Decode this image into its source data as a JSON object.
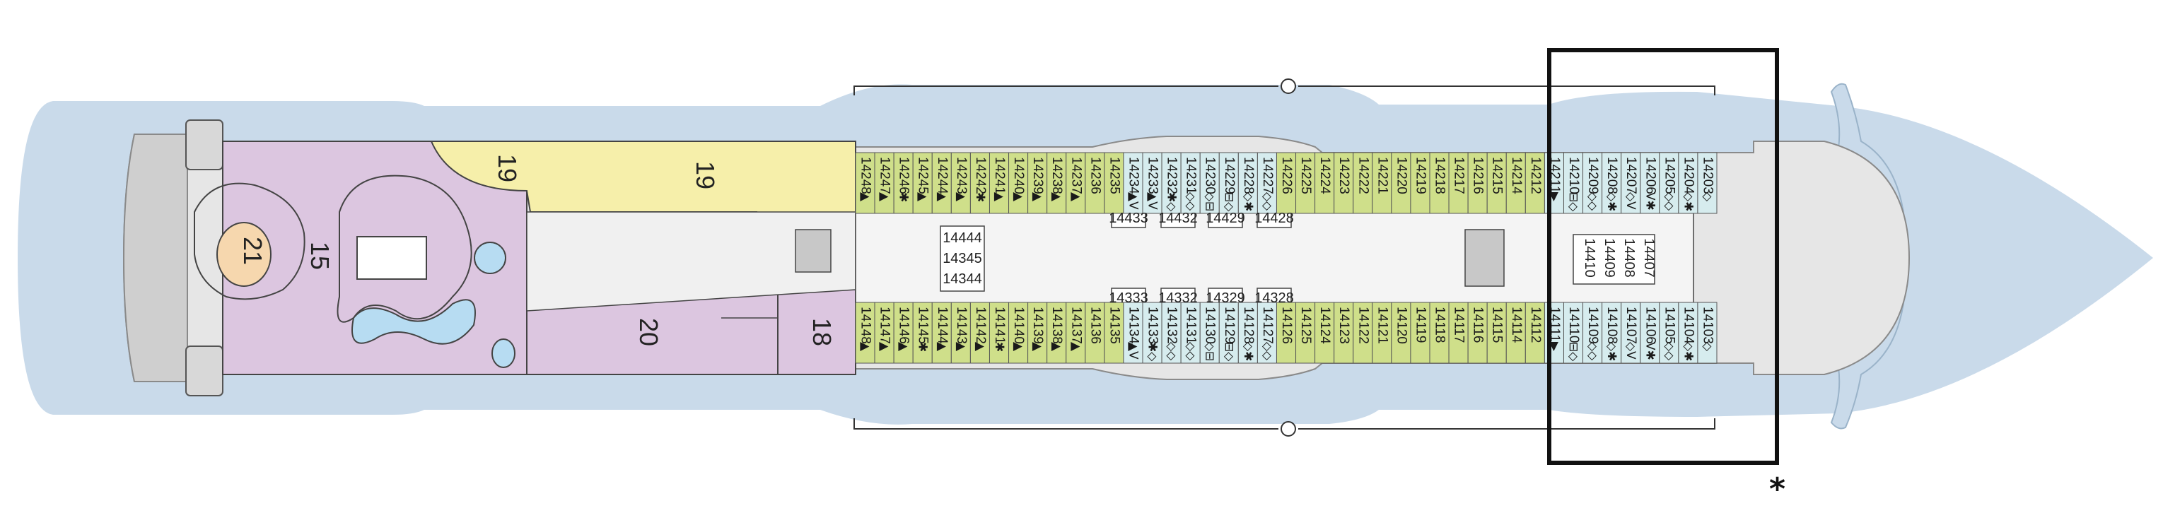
{
  "colors": {
    "water": "#c9daea",
    "hull": "#e6e6e6",
    "hull_stroke": "#8a8a8a",
    "purple": "#dcc6e0",
    "yellow": "#f6efaa",
    "peach": "#f6d7ae",
    "green": "#cfdf8a",
    "teal": "#d6ecee",
    "grey_block": "#c8c8c8",
    "outline": "#444444",
    "frame": "#111111"
  },
  "zones": {
    "z19a": "19",
    "z19b": "19",
    "z21": "21",
    "z15": "15",
    "z20": "20",
    "z18": "18"
  },
  "center_labels": {
    "a": "14444",
    "b": "14345",
    "c": "14344",
    "d": "14433",
    "e": "14432",
    "f": "14429",
    "g": "14428",
    "h": "14333",
    "i": "14332",
    "j": "14329",
    "k": "14328",
    "l": "14410",
    "m": "14409",
    "n": "14408",
    "o": "14407"
  },
  "top_cabins": [
    {
      "num": "14248",
      "sym": "▲",
      "color": "green"
    },
    {
      "num": "14247",
      "sym": "▲",
      "color": "green"
    },
    {
      "num": "14246",
      "sym": "✱",
      "color": "green"
    },
    {
      "num": "14245",
      "sym": "▲",
      "color": "green"
    },
    {
      "num": "14244",
      "sym": "▲",
      "color": "green"
    },
    {
      "num": "14243",
      "sym": "▲",
      "color": "green"
    },
    {
      "num": "14242",
      "sym": "✱",
      "color": "green"
    },
    {
      "num": "14241",
      "sym": "▲",
      "color": "green"
    },
    {
      "num": "14240",
      "sym": "▲",
      "color": "green"
    },
    {
      "num": "14239",
      "sym": "▲",
      "color": "green"
    },
    {
      "num": "14238",
      "sym": "▲",
      "color": "green"
    },
    {
      "num": "14237",
      "sym": "▲",
      "color": "green"
    },
    {
      "num": "14236",
      "sym": "",
      "color": "green"
    },
    {
      "num": "14235",
      "sym": "",
      "color": "green"
    },
    {
      "num": "14234",
      "sym": "▲V",
      "color": "teal"
    },
    {
      "num": "14233",
      "sym": "▲V",
      "color": "teal"
    },
    {
      "num": "14232",
      "sym": "✱◇",
      "color": "teal"
    },
    {
      "num": "14231",
      "sym": "◇◇",
      "color": "teal"
    },
    {
      "num": "14230",
      "sym": "◇⊟",
      "color": "teal"
    },
    {
      "num": "14229",
      "sym": "⊟◇",
      "color": "teal"
    },
    {
      "num": "14228",
      "sym": "◇✱",
      "color": "teal"
    },
    {
      "num": "14227",
      "sym": "◇◇",
      "color": "teal"
    },
    {
      "num": "14226",
      "sym": "",
      "color": "green"
    },
    {
      "num": "14225",
      "sym": "",
      "color": "green"
    },
    {
      "num": "14224",
      "sym": "",
      "color": "green"
    },
    {
      "num": "14223",
      "sym": "",
      "color": "green"
    },
    {
      "num": "14222",
      "sym": "",
      "color": "green"
    },
    {
      "num": "14221",
      "sym": "",
      "color": "green"
    },
    {
      "num": "14220",
      "sym": "",
      "color": "green"
    },
    {
      "num": "14219",
      "sym": "",
      "color": "green"
    },
    {
      "num": "14218",
      "sym": "",
      "color": "green"
    },
    {
      "num": "14217",
      "sym": "",
      "color": "green"
    },
    {
      "num": "14216",
      "sym": "",
      "color": "green"
    },
    {
      "num": "14215",
      "sym": "",
      "color": "green"
    },
    {
      "num": "14214",
      "sym": "",
      "color": "green"
    },
    {
      "num": "14212",
      "sym": "",
      "color": "green"
    },
    {
      "num": "14211",
      "sym": "▶",
      "color": "teal"
    },
    {
      "num": "14210",
      "sym": "⊟◇",
      "color": "teal"
    },
    {
      "num": "14209",
      "sym": "◇◇",
      "color": "teal"
    },
    {
      "num": "14208",
      "sym": "◇✱",
      "color": "teal"
    },
    {
      "num": "14207",
      "sym": "◇V",
      "color": "teal"
    },
    {
      "num": "14206",
      "sym": "V✱",
      "color": "teal"
    },
    {
      "num": "14205",
      "sym": "◇◇",
      "color": "teal"
    },
    {
      "num": "14204",
      "sym": "◇✱",
      "color": "teal"
    },
    {
      "num": "14203",
      "sym": "◇",
      "color": "teal"
    }
  ],
  "bottom_cabins": [
    {
      "num": "14148",
      "sym": "▲",
      "color": "green"
    },
    {
      "num": "14147",
      "sym": "▲",
      "color": "green"
    },
    {
      "num": "14146",
      "sym": "▲",
      "color": "green"
    },
    {
      "num": "14145",
      "sym": "✱",
      "color": "green"
    },
    {
      "num": "14144",
      "sym": "▲",
      "color": "green"
    },
    {
      "num": "14143",
      "sym": "▲",
      "color": "green"
    },
    {
      "num": "14142",
      "sym": "▲",
      "color": "green"
    },
    {
      "num": "14141",
      "sym": "✱",
      "color": "green"
    },
    {
      "num": "14140",
      "sym": "▲",
      "color": "green"
    },
    {
      "num": "14139",
      "sym": "▲",
      "color": "green"
    },
    {
      "num": "14138",
      "sym": "▲",
      "color": "green"
    },
    {
      "num": "14137",
      "sym": "▲",
      "color": "green"
    },
    {
      "num": "14136",
      "sym": "",
      "color": "green"
    },
    {
      "num": "14135",
      "sym": "",
      "color": "green"
    },
    {
      "num": "14134",
      "sym": "▲V",
      "color": "teal"
    },
    {
      "num": "14133",
      "sym": "✱◇",
      "color": "teal"
    },
    {
      "num": "14132",
      "sym": "◇◇",
      "color": "teal"
    },
    {
      "num": "14131",
      "sym": "◇◇",
      "color": "teal"
    },
    {
      "num": "14130",
      "sym": "◇⊟",
      "color": "teal"
    },
    {
      "num": "14129",
      "sym": "⊟◇",
      "color": "teal"
    },
    {
      "num": "14128",
      "sym": "◇✱",
      "color": "teal"
    },
    {
      "num": "14127",
      "sym": "◇◇",
      "color": "teal"
    },
    {
      "num": "14126",
      "sym": "",
      "color": "green"
    },
    {
      "num": "14125",
      "sym": "",
      "color": "green"
    },
    {
      "num": "14124",
      "sym": "",
      "color": "green"
    },
    {
      "num": "14123",
      "sym": "",
      "color": "green"
    },
    {
      "num": "14122",
      "sym": "",
      "color": "green"
    },
    {
      "num": "14121",
      "sym": "",
      "color": "green"
    },
    {
      "num": "14120",
      "sym": "",
      "color": "green"
    },
    {
      "num": "14119",
      "sym": "",
      "color": "green"
    },
    {
      "num": "14118",
      "sym": "",
      "color": "green"
    },
    {
      "num": "14117",
      "sym": "",
      "color": "green"
    },
    {
      "num": "14116",
      "sym": "",
      "color": "green"
    },
    {
      "num": "14115",
      "sym": "",
      "color": "green"
    },
    {
      "num": "14114",
      "sym": "",
      "color": "green"
    },
    {
      "num": "14112",
      "sym": "",
      "color": "green"
    },
    {
      "num": "14111",
      "sym": "▶",
      "color": "teal"
    },
    {
      "num": "14110",
      "sym": "⊟◇",
      "color": "teal"
    },
    {
      "num": "14109",
      "sym": "◇◇",
      "color": "teal"
    },
    {
      "num": "14108",
      "sym": "◇✱",
      "color": "teal"
    },
    {
      "num": "14107",
      "sym": "◇V",
      "color": "teal"
    },
    {
      "num": "14106",
      "sym": "V✱",
      "color": "teal"
    },
    {
      "num": "14105",
      "sym": "◇◇",
      "color": "teal"
    },
    {
      "num": "14104",
      "sym": "◇✱",
      "color": "teal"
    },
    {
      "num": "14103",
      "sym": "◇",
      "color": "teal"
    }
  ],
  "frame_marker": "*"
}
